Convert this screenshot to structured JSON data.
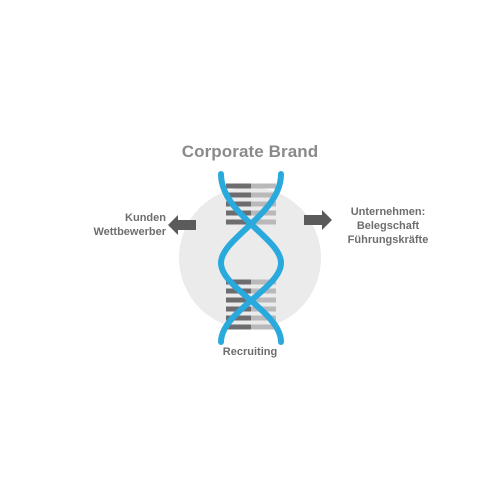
{
  "diagram": {
    "title": "Corporate Brand",
    "left_label": [
      "Kunden",
      "Wettbewerber"
    ],
    "right_label": [
      "Unternehmen:",
      "Belegschaft",
      "Führungskräfte"
    ],
    "bottom_label": "Recruiting",
    "colors": {
      "helix": "#2aa9dd",
      "rung_dark": "#6d6d6f",
      "rung_light": "#b9b9bb",
      "circle": "#ebebeb",
      "arrow": "#5b5b5b",
      "title": "#8a8a8a",
      "text": "#6e6e6e"
    }
  }
}
